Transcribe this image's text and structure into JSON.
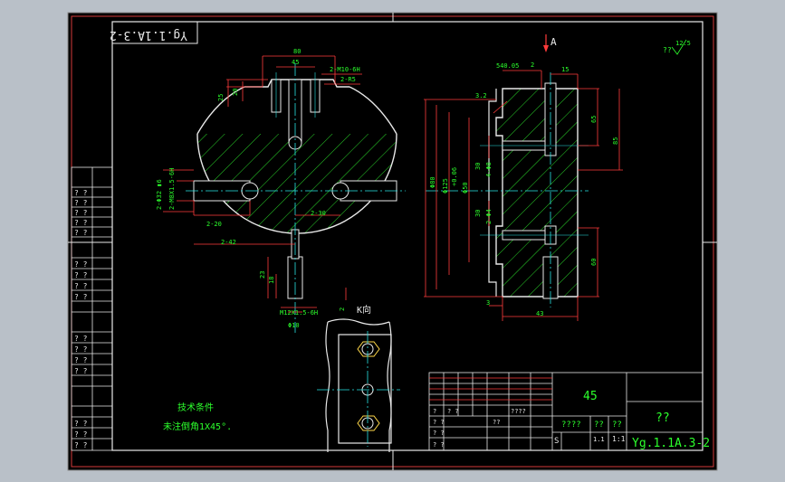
{
  "drawing": {
    "code_mirrored": "Yg.1.1A.3-2",
    "code": "Yg.1.1A.3-2",
    "material": "45",
    "title_cn": "??",
    "scale": "1:1",
    "quantity": "1.1",
    "qmark": "????",
    "qq": "??",
    "s_mark": "S",
    "roughness_note": "??",
    "roughness_value": "12.5",
    "section_A": "A",
    "section_K": "K向",
    "tech_title": "技术条件",
    "tech_note": "未注倒角1X45°.",
    "dims_left": {
      "d80": "80",
      "d45": "45",
      "m10": "2-M10-6H",
      "r5": "2-R5",
      "d25": "25",
      "d20": "20",
      "m8": "2-Φ32 ▮6",
      "m8b": "2-M8X1.5-6H",
      "d2_20a": "2-20",
      "d2_30": "2-30",
      "d2_42": "2-42",
      "d23": "23",
      "d18": "18",
      "m12": "M12X1.5-6H",
      "phi10": "Φ10",
      "two": "2"
    },
    "dims_right": {
      "d540": "540.05",
      "d2": "2",
      "d15": "15",
      "d65": "65",
      "d85": "85",
      "d3_2": "3.2",
      "d30a": "30",
      "d4phi8": "4-Φ8",
      "d30b": "30",
      "d2phi4": "2-Φ4",
      "phi50": "Φ50",
      "phi80": "Φ80",
      "phi125": "Φ125",
      "tol": "+0.06",
      "d60": "60",
      "d3": "3",
      "d43": "43"
    },
    "title_block": {
      "grid_marks": [
        "?",
        "? ?",
        "? ?",
        "? ?",
        "? ?",
        "????",
        "??"
      ],
      "left_column": [
        "? ?",
        "? ?",
        "? ?",
        "? ?",
        "? ?",
        "? ?",
        "? ?",
        "? ?",
        "? ?",
        "? ?",
        "? ?",
        "? ?",
        "? ?",
        "? ?",
        "? ?",
        "? ?"
      ]
    }
  }
}
